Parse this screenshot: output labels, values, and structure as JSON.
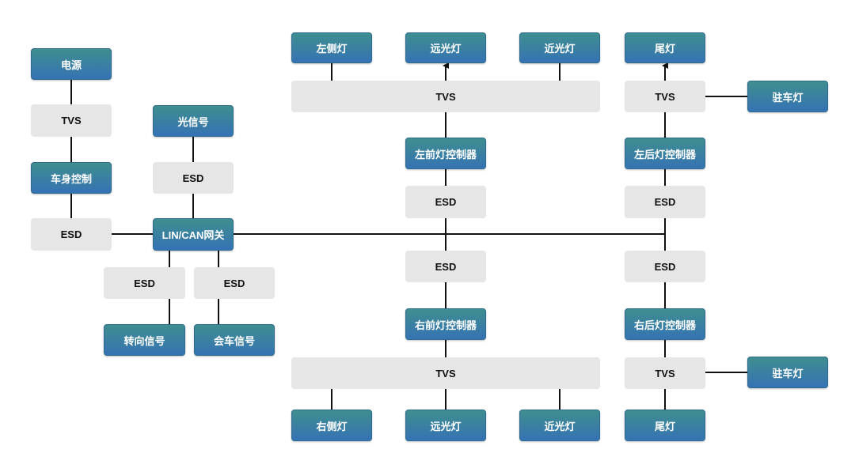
{
  "nodes": {
    "power": "电源",
    "tvs_power": "TVS",
    "body_control": "车身控制",
    "esd_body": "ESD",
    "light_signal": "光信号",
    "esd_light_signal": "ESD",
    "gateway": "LIN/CAN网关",
    "esd_turn": "ESD",
    "esd_meet": "ESD",
    "turn_signal": "转向信号",
    "meet_signal": "会车信号",
    "left_side_lamp": "左侧灯",
    "front_left_high_beam": "远光灯",
    "front_left_low_beam": "近光灯",
    "tvs_front_left": "TVS",
    "left_front_controller": "左前灯控制器",
    "esd_left_front": "ESD",
    "esd_right_front": "ESD",
    "right_front_controller": "右前灯控制器",
    "tvs_front_right": "TVS",
    "right_side_lamp": "右侧灯",
    "front_right_high_beam": "远光灯",
    "front_right_low_beam": "近光灯",
    "tail_lamp_left": "尾灯",
    "tvs_rear_left": "TVS",
    "parking_lamp_left": "驻车灯",
    "left_rear_controller": "左后灯控制器",
    "esd_left_rear": "ESD",
    "esd_right_rear": "ESD",
    "right_rear_controller": "右后灯控制器",
    "tvs_rear_right": "TVS",
    "parking_lamp_right": "驻车灯",
    "tail_lamp_right": "尾灯"
  },
  "colors": {
    "node_blue_top": "#3f8e8f",
    "node_blue_bottom": "#3573b4",
    "node_gray": "#e6e6e6",
    "wire": "#111111"
  }
}
